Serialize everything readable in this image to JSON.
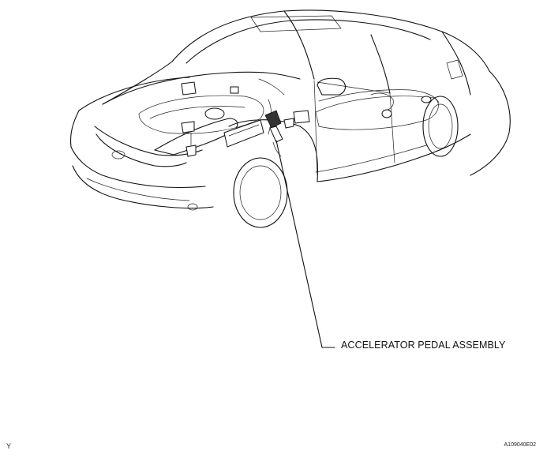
{
  "callout": {
    "label": "ACCELERATOR PEDAL ASSEMBLY"
  },
  "footer": {
    "left_mark": "Y",
    "figure_id": "A109040E02"
  }
}
